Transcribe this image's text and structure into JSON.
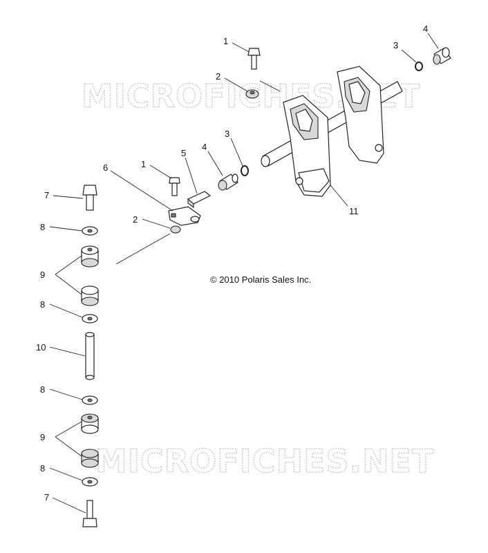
{
  "copyright": "© 2010 Polaris Sales Inc.",
  "watermarks": [
    "MICROFICHES.NET",
    "MICROFICHES.NET"
  ],
  "callouts": [
    {
      "id": "c1a",
      "text": "1"
    },
    {
      "id": "c2a",
      "text": "2"
    },
    {
      "id": "c3a",
      "text": "3"
    },
    {
      "id": "c4a",
      "text": "4"
    },
    {
      "id": "c3b",
      "text": "3"
    },
    {
      "id": "c4b",
      "text": "4"
    },
    {
      "id": "c5",
      "text": "5"
    },
    {
      "id": "c1b",
      "text": "1"
    },
    {
      "id": "c6",
      "text": "6"
    },
    {
      "id": "c11",
      "text": "11"
    },
    {
      "id": "c2b",
      "text": "2"
    },
    {
      "id": "c7a",
      "text": "7"
    },
    {
      "id": "c8a",
      "text": "8"
    },
    {
      "id": "c9a",
      "text": "9"
    },
    {
      "id": "c8b",
      "text": "8"
    },
    {
      "id": "c10",
      "text": "10"
    },
    {
      "id": "c8c",
      "text": "8"
    },
    {
      "id": "c9b",
      "text": "9"
    },
    {
      "id": "c8d",
      "text": "8"
    },
    {
      "id": "c7b",
      "text": "7"
    }
  ]
}
